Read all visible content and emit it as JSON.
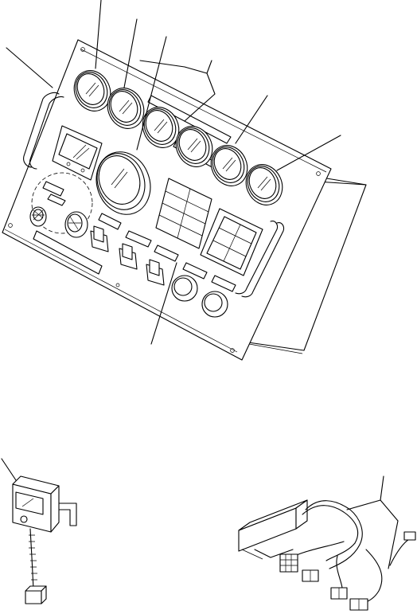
{
  "figure": {
    "kind": "exploded parts illustration",
    "lettering": "none",
    "leader_count": 10,
    "parts": [
      "instrument-panel",
      "large-gauge",
      "small-gauge-row",
      "voltmeter",
      "warning-lamp-block",
      "indicator-window",
      "rotary-switches",
      "push-buttons",
      "panel-handles",
      "rear-cover-bracket",
      "remote-meter-box",
      "wiring-harness-with-relay-box"
    ]
  }
}
